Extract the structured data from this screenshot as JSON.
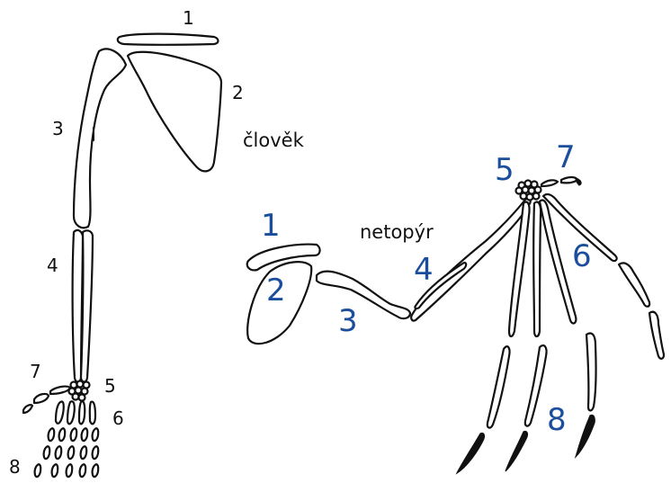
{
  "captions": {
    "human": "člověk",
    "bat": "netopýr"
  },
  "human_labels": {
    "n1": "1",
    "n2": "2",
    "n3": "3",
    "n4": "4",
    "n5": "5",
    "n6": "6",
    "n7": "7",
    "n8": "8"
  },
  "bat_labels": {
    "n1": "1",
    "n2": "2",
    "n3": "3",
    "n4": "4",
    "n5": "5",
    "n6": "6",
    "n7": "7",
    "n8": "8"
  },
  "colors": {
    "outline": "#111111",
    "bat_label": "#1a4e9c",
    "human_label": "#111111",
    "background": "#ffffff"
  }
}
